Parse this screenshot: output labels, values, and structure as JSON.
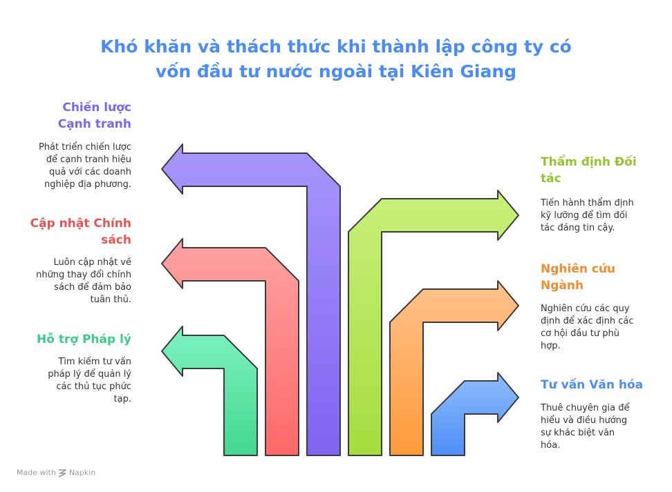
{
  "title": {
    "line1": "Khó khăn và thách thức khi thành lập công ty có",
    "line2": "vốn đầu tư nước ngoài tại Kiên Giang",
    "color": "#4a8cf7"
  },
  "left_items": [
    {
      "label_lines": [
        "Chiến lược",
        "Cạnh tranh"
      ],
      "desc_lines": [
        "Phát triển chiến lược",
        "để cạnh tranh hiệu",
        "quả với các doanh",
        "nghiệp địa phương."
      ],
      "color": "#7b65f0"
    },
    {
      "label_lines": [
        "Cập nhật Chính",
        "sách"
      ],
      "desc_lines": [
        "Luôn cập nhật về",
        "những thay đổi chính",
        "sách để đảm bảo",
        "tuân thủ."
      ],
      "color": "#ea5252"
    },
    {
      "label_lines": [
        "Hỗ trợ Pháp lý"
      ],
      "desc_lines": [
        "Tìm kiếm tư vấn",
        "pháp lý để quản lý",
        "các thủ tục phức",
        "tạp."
      ],
      "color": "#3ec98a"
    }
  ],
  "right_items": [
    {
      "label_lines": [
        "Thẩm định Đối",
        "tác"
      ],
      "desc_lines": [
        "Tiến hành thẩm định",
        "kỹ lưỡng để tìm đối",
        "tác đáng tin cậy."
      ],
      "color": "#93c42f"
    },
    {
      "label_lines": [
        "Nghiên cứu",
        "Ngành"
      ],
      "desc_lines": [
        "Nghiên cứu các quy",
        "định để xác định các",
        "cơ hội đầu tư phù",
        "hợp."
      ],
      "color": "#ef8c2e"
    },
    {
      "label_lines": [
        "Tư vấn Văn hóa"
      ],
      "desc_lines": [
        "Thuê chuyên gia để",
        "hiểu và điều hướng",
        "sự khác biệt văn",
        "hóa."
      ],
      "color": "#4a8cf7"
    }
  ],
  "arrows": [
    {
      "name": "arrow-competition-strategy",
      "top": "#a996fb",
      "bottom": "#7f64f2"
    },
    {
      "name": "arrow-policy-update",
      "top": "#ffa3a3",
      "bottom": "#ff6868"
    },
    {
      "name": "arrow-legal-support",
      "top": "#7ef2c0",
      "bottom": "#43d88f"
    },
    {
      "name": "arrow-partner-vetting",
      "top": "#c8f07a",
      "bottom": "#a6dc3e"
    },
    {
      "name": "arrow-industry-research",
      "top": "#ffc28c",
      "bottom": "#ff9a3a"
    },
    {
      "name": "arrow-cultural-advice",
      "top": "#8fbdfc",
      "bottom": "#4d8ff6"
    }
  ],
  "footer": {
    "made_with": "Made with",
    "brand": "Napkin"
  }
}
